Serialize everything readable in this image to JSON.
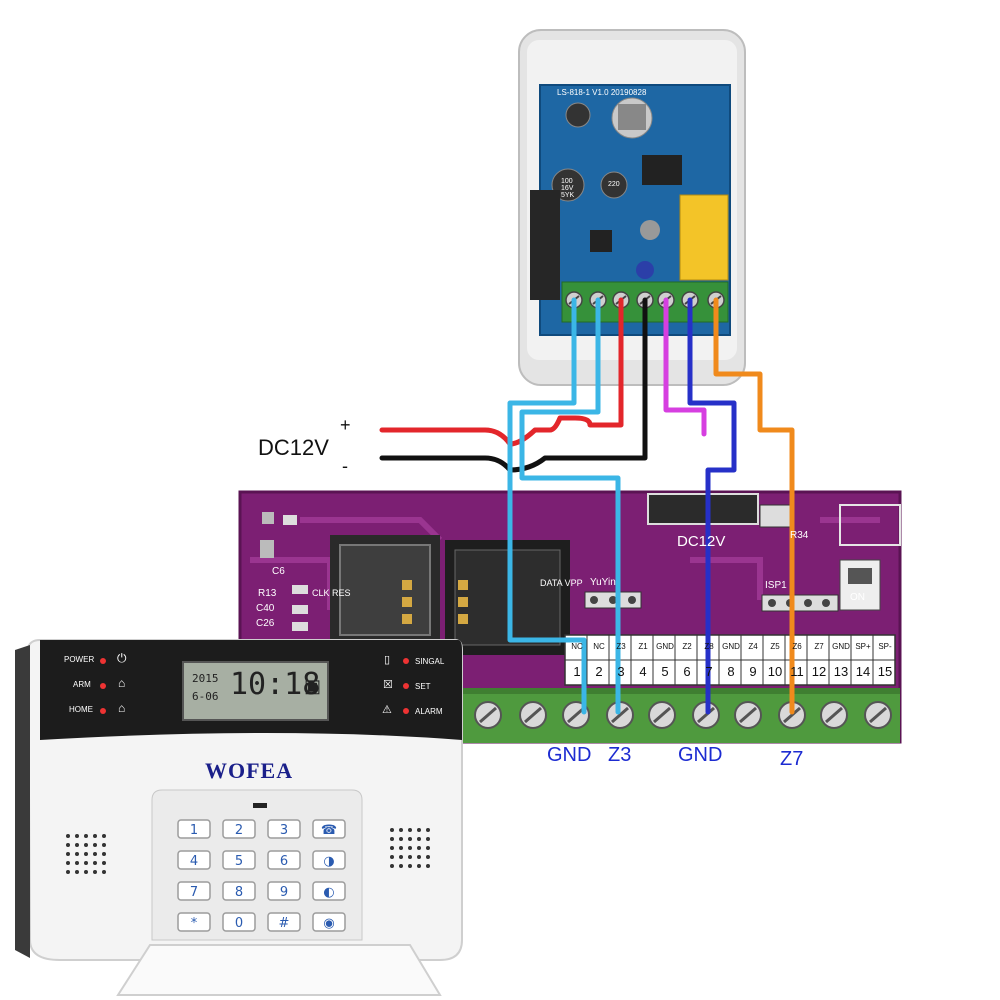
{
  "power": {
    "label": "DC12V",
    "plus": "+",
    "minus": "-"
  },
  "detector": {
    "board_marking": "LS-818-1 V1.0 20190828",
    "cap1": "100",
    "cap2": "16V",
    "cap3": "5YK",
    "cap4": "220"
  },
  "main_board": {
    "dc_label": "DC12V",
    "r34": "R34",
    "c6": "C6",
    "r13": "R13",
    "c40": "C40",
    "c26": "C26",
    "yuyin": "YuYin",
    "isp1": "ISP1",
    "on": "ON",
    "clk": "CLK RES",
    "data": "DATA VPP",
    "terminal_numbers": [
      "1",
      "2",
      "3",
      "4",
      "5",
      "6",
      "7",
      "8",
      "9",
      "10",
      "11",
      "12",
      "13",
      "14",
      "15"
    ],
    "terminal_names": [
      "NC",
      "NC",
      "Z3",
      "Z1",
      "GND",
      "Z2",
      "Z8",
      "GND",
      "Z4",
      "Z5",
      "Z6",
      "Z7",
      "GND",
      "SP+",
      "SP-"
    ]
  },
  "wiring": {
    "gnd_left": "GND",
    "z3": "Z3",
    "gnd_right": "GND",
    "z7": "Z7",
    "colors": {
      "red": "#e3262b",
      "black": "#111111",
      "cyan": "#3bb6e6",
      "magenta": "#d63fe0",
      "blue": "#2630c8",
      "orange": "#f08a1c"
    }
  },
  "panel": {
    "brand": "wofea",
    "left_indicators": [
      "POWER",
      "ARM",
      "HOME"
    ],
    "right_indicators": [
      "SINGAL",
      "SET",
      "ALARM"
    ],
    "lcd_year": "2015",
    "lcd_date": "6-06",
    "lcd_time": "10:18",
    "keys": [
      "1",
      "2",
      "3",
      "☎",
      "4",
      "5",
      "6",
      "◑",
      "7",
      "8",
      "9",
      "◐",
      "*",
      "0",
      "#",
      "◉"
    ]
  }
}
